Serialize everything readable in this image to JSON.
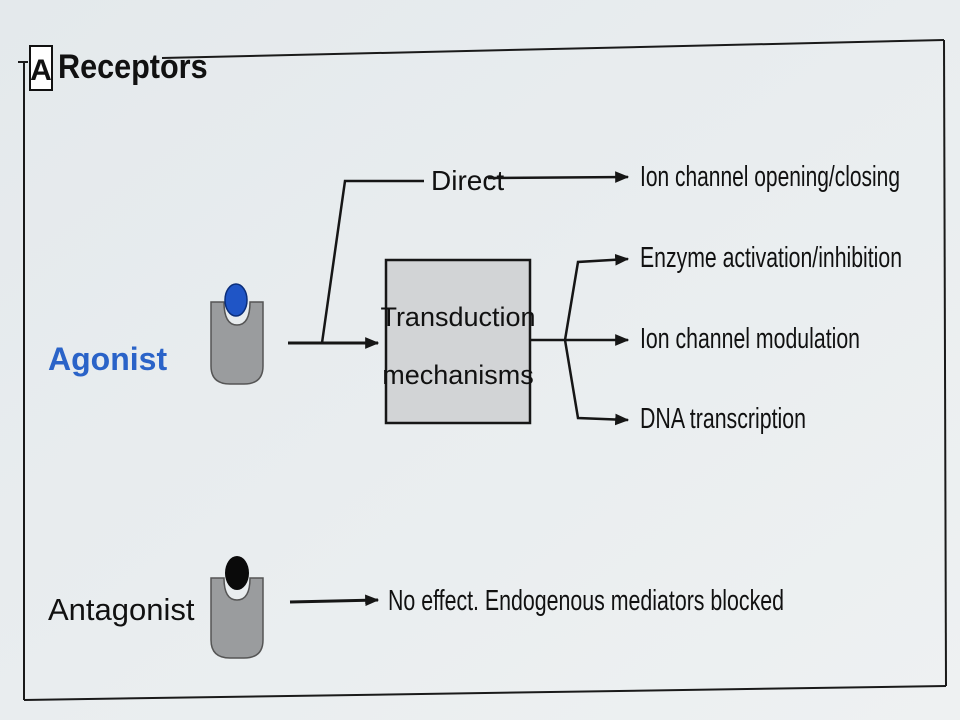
{
  "panel": {
    "letter": "A",
    "title": "Receptors"
  },
  "left": {
    "agonist_label": "Agonist",
    "antagonist_label": "Antagonist"
  },
  "center": {
    "direct_label": "Direct",
    "transduction_line1": "Transduction",
    "transduction_line2": "mechanisms"
  },
  "outcomes": {
    "ion_channel_opening": "Ion channel opening/closing",
    "enzyme": "Enzyme activation/inhibition",
    "ion_modulation": "Ion channel modulation",
    "dna": "DNA transcription"
  },
  "antagonist_outcome": "No effect.  Endogenous mediators blocked",
  "colors": {
    "agonist_text": "#2a63c8",
    "agonist_ligand": "#1f55c6",
    "antagonist_ligand": "#0a0a0a",
    "receptor_fill": "#9a9c9e",
    "box_fill": "#d2d4d6",
    "line": "#161616"
  }
}
